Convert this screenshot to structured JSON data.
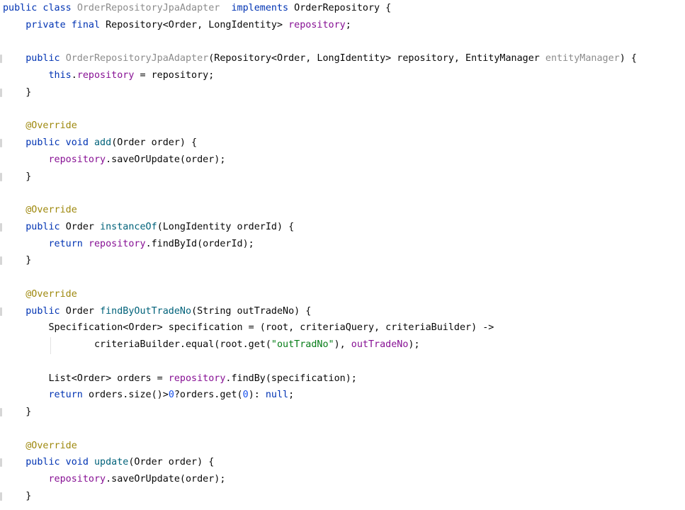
{
  "editor": {
    "lines": [
      [
        {
          "t": "public class ",
          "c": "kw"
        },
        {
          "t": "OrderRepositoryJpaAdapter",
          "c": "dim"
        },
        {
          "t": "  ",
          "c": "cls"
        },
        {
          "t": "implements ",
          "c": "kw"
        },
        {
          "t": "OrderRepository {",
          "c": "cls"
        }
      ],
      [
        {
          "t": "    private final ",
          "c": "kw"
        },
        {
          "t": "Repository<Order, LongIdentity> ",
          "c": "cls"
        },
        {
          "t": "repository",
          "c": "fld"
        },
        {
          "t": ";",
          "c": "cls"
        }
      ],
      [],
      [
        {
          "t": "    public ",
          "c": "kw"
        },
        {
          "t": "OrderRepositoryJpaAdapter",
          "c": "dim"
        },
        {
          "t": "(Repository<Order, LongIdentity> repository, EntityManager ",
          "c": "cls"
        },
        {
          "t": "entityManager",
          "c": "dim"
        },
        {
          "t": ") {",
          "c": "cls"
        }
      ],
      [
        {
          "t": "        this",
          "c": "kw"
        },
        {
          "t": ".",
          "c": "cls"
        },
        {
          "t": "repository",
          "c": "fld"
        },
        {
          "t": " = repository;",
          "c": "cls"
        }
      ],
      [
        {
          "t": "    }",
          "c": "cls"
        }
      ],
      [],
      [
        {
          "t": "    @Override",
          "c": "ann"
        }
      ],
      [
        {
          "t": "    public void ",
          "c": "kw"
        },
        {
          "t": "add",
          "c": "meth"
        },
        {
          "t": "(Order order) {",
          "c": "cls"
        }
      ],
      [
        {
          "t": "        ",
          "c": "cls"
        },
        {
          "t": "repository",
          "c": "fld"
        },
        {
          "t": ".saveOrUpdate(order);",
          "c": "cls"
        }
      ],
      [
        {
          "t": "    }",
          "c": "cls"
        }
      ],
      [],
      [
        {
          "t": "    @Override",
          "c": "ann"
        }
      ],
      [
        {
          "t": "    public ",
          "c": "kw"
        },
        {
          "t": "Order ",
          "c": "cls"
        },
        {
          "t": "instanceOf",
          "c": "meth"
        },
        {
          "t": "(LongIdentity orderId) {",
          "c": "cls"
        }
      ],
      [
        {
          "t": "        return ",
          "c": "kw"
        },
        {
          "t": "repository",
          "c": "fld"
        },
        {
          "t": ".findById(orderId);",
          "c": "cls"
        }
      ],
      [
        {
          "t": "    }",
          "c": "cls"
        }
      ],
      [],
      [
        {
          "t": "    @Override",
          "c": "ann"
        }
      ],
      [
        {
          "t": "    public ",
          "c": "kw"
        },
        {
          "t": "Order ",
          "c": "cls"
        },
        {
          "t": "findByOutTradeNo",
          "c": "meth"
        },
        {
          "t": "(String outTradeNo) {",
          "c": "cls"
        }
      ],
      [
        {
          "t": "        Specification<Order> specification = (root, criteriaQuery, criteriaBuilder) ->",
          "c": "cls"
        }
      ],
      [
        {
          "t": "                criteriaBuilder.equal(root.get(",
          "c": "cls"
        },
        {
          "t": "\"outTradNo\"",
          "c": "str"
        },
        {
          "t": "), ",
          "c": "cls"
        },
        {
          "t": "outTradeNo",
          "c": "fld"
        },
        {
          "t": ");",
          "c": "cls"
        }
      ],
      [],
      [
        {
          "t": "        List<Order> orders = ",
          "c": "cls"
        },
        {
          "t": "repository",
          "c": "fld"
        },
        {
          "t": ".findBy(specification);",
          "c": "cls"
        }
      ],
      [
        {
          "t": "        return ",
          "c": "kw"
        },
        {
          "t": "orders.size()>",
          "c": "cls"
        },
        {
          "t": "0",
          "c": "num"
        },
        {
          "t": "?orders.get(",
          "c": "cls"
        },
        {
          "t": "0",
          "c": "num"
        },
        {
          "t": "): ",
          "c": "cls"
        },
        {
          "t": "null",
          "c": "kw"
        },
        {
          "t": ";",
          "c": "cls"
        }
      ],
      [
        {
          "t": "    }",
          "c": "cls"
        }
      ],
      [],
      [
        {
          "t": "    @Override",
          "c": "ann"
        }
      ],
      [
        {
          "t": "    public void ",
          "c": "kw"
        },
        {
          "t": "update",
          "c": "meth"
        },
        {
          "t": "(Order order) {",
          "c": "cls"
        }
      ],
      [
        {
          "t": "        ",
          "c": "cls"
        },
        {
          "t": "repository",
          "c": "fld"
        },
        {
          "t": ".saveOrUpdate(order);",
          "c": "cls"
        }
      ],
      [
        {
          "t": "    }",
          "c": "cls"
        }
      ]
    ],
    "gutter_marker_lines": [
      3,
      5,
      8,
      10,
      13,
      15,
      18,
      24,
      27,
      29
    ]
  }
}
